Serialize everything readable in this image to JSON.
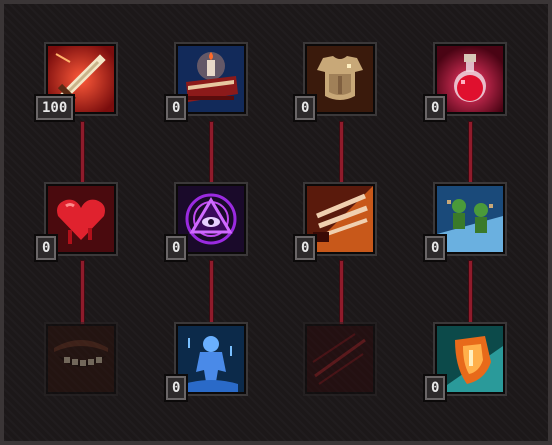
{
  "tree": {
    "columns": [
      {
        "id": "damage",
        "nodes": [
          {
            "icon": "sword-icon",
            "count": "100",
            "locked": false,
            "bg": "#b51c1c"
          },
          {
            "icon": "bleeding-heart-icon",
            "count": "0",
            "locked": false,
            "bg": "#7d0d14"
          },
          {
            "icon": "grinning-mouth-icon",
            "count": "",
            "locked": true,
            "bg": "#4a1e12"
          }
        ]
      },
      {
        "id": "magic",
        "nodes": [
          {
            "icon": "spellbook-candle-icon",
            "count": "0",
            "locked": false,
            "bg": "#1a4a8c"
          },
          {
            "icon": "all-seeing-eye-icon",
            "count": "0",
            "locked": false,
            "bg": "#5a1a8c"
          },
          {
            "icon": "water-spirit-icon",
            "count": "0",
            "locked": false,
            "bg": "#1a6aa8"
          }
        ]
      },
      {
        "id": "defense",
        "nodes": [
          {
            "icon": "chest-armor-icon",
            "count": "0",
            "locked": false,
            "bg": "#6a3a18"
          },
          {
            "icon": "claw-slash-icon",
            "count": "0",
            "locked": false,
            "bg": "#a8481a"
          },
          {
            "icon": "slash-streak-icon",
            "count": "",
            "locked": true,
            "bg": "#3e1014"
          }
        ]
      },
      {
        "id": "support",
        "nodes": [
          {
            "icon": "red-potion-icon",
            "count": "0",
            "locked": false,
            "bg": "#9c1432"
          },
          {
            "icon": "goblin-pair-icon",
            "count": "0",
            "locked": false,
            "bg": "#2a6a9c"
          },
          {
            "icon": "flame-shield-icon",
            "count": "0",
            "locked": false,
            "bg": "#1a8c8c"
          }
        ]
      }
    ]
  },
  "colors": {
    "connector": "#8e1b2b",
    "badge_bg": "#2d2a2b",
    "badge_border": "#6a6667"
  }
}
